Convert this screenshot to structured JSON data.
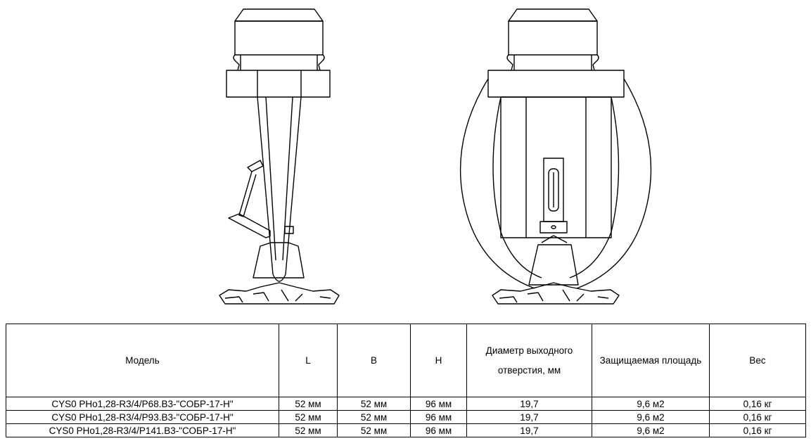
{
  "table": {
    "headers": [
      "Модель",
      "L",
      "B",
      "H",
      "Диаметр выходного отверстия, мм",
      "Защищаемая площадь",
      "Вес"
    ],
    "rows": [
      [
        "CYS0 PHo1,28-R3/4/P68.B3-\"СОБР-17-Н\"",
        "52 мм",
        "52 мм",
        "96 мм",
        "19,7",
        "9,6 м2",
        "0,16 кг"
      ],
      [
        "CYS0 PHo1,28-R3/4/P93.B3-\"СОБР-17-Н\"",
        "52 мм",
        "52 мм",
        "96 мм",
        "19,7",
        "9,6 м2",
        "0,16 кг"
      ],
      [
        "CYS0 PHo1,28-R3/4/P141.B3-\"СОБР-17-Н\"",
        "52 мм",
        "52 мм",
        "96 мм",
        "19,7",
        "9,6 м2",
        "0,16 кг"
      ]
    ]
  }
}
